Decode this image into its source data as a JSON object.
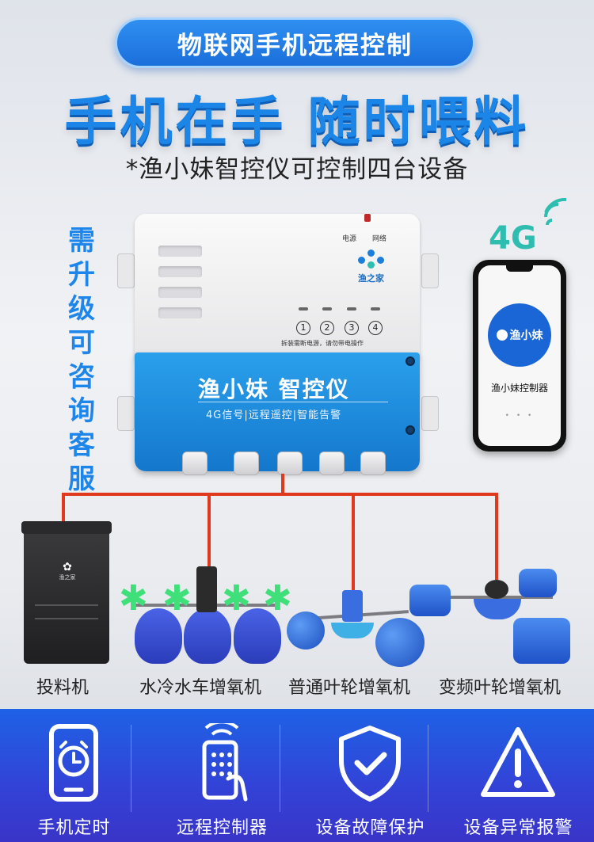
{
  "banner": {
    "text": "物联网手机远程控制"
  },
  "headline": {
    "text": "手机在手 随时喂料"
  },
  "subline": {
    "text": "*渔小妹智控仪可控制四台设备"
  },
  "side_note": {
    "text": "需升级可咨询客服"
  },
  "device": {
    "led_power": "电源",
    "led_network": "网络",
    "logo_text": "渔之家",
    "channels": [
      "1",
      "2",
      "3",
      "4"
    ],
    "warning": "拆装需断电源，请勿带电操作",
    "title": "渔小妹 智控仪",
    "subtitle": "4G信号|远程遥控|智能告警"
  },
  "phone": {
    "signal": "4G",
    "app_icon_text": "渔小妹",
    "app_name": "渔小妹控制器",
    "page_dots": "• • •"
  },
  "equipment": [
    {
      "label": "投料机"
    },
    {
      "label": "水冷水车增氧机"
    },
    {
      "label": "普通叶轮增氧机"
    },
    {
      "label": "变频叶轮增氧机"
    }
  ],
  "feeder_logo": "渔之家",
  "features": [
    {
      "label": "手机定时",
      "icon": "phone-alarm-icon"
    },
    {
      "label": "远程控制器",
      "icon": "remote-control-icon"
    },
    {
      "label": "设备故障保护",
      "icon": "shield-check-icon"
    },
    {
      "label": "设备异常报警",
      "icon": "warning-icon"
    }
  ],
  "colors": {
    "accent_blue": "#1c86e8",
    "wire_red": "#e03a1e",
    "strip_blue": "#1e62e6",
    "signal_teal": "#2fbdb0"
  }
}
